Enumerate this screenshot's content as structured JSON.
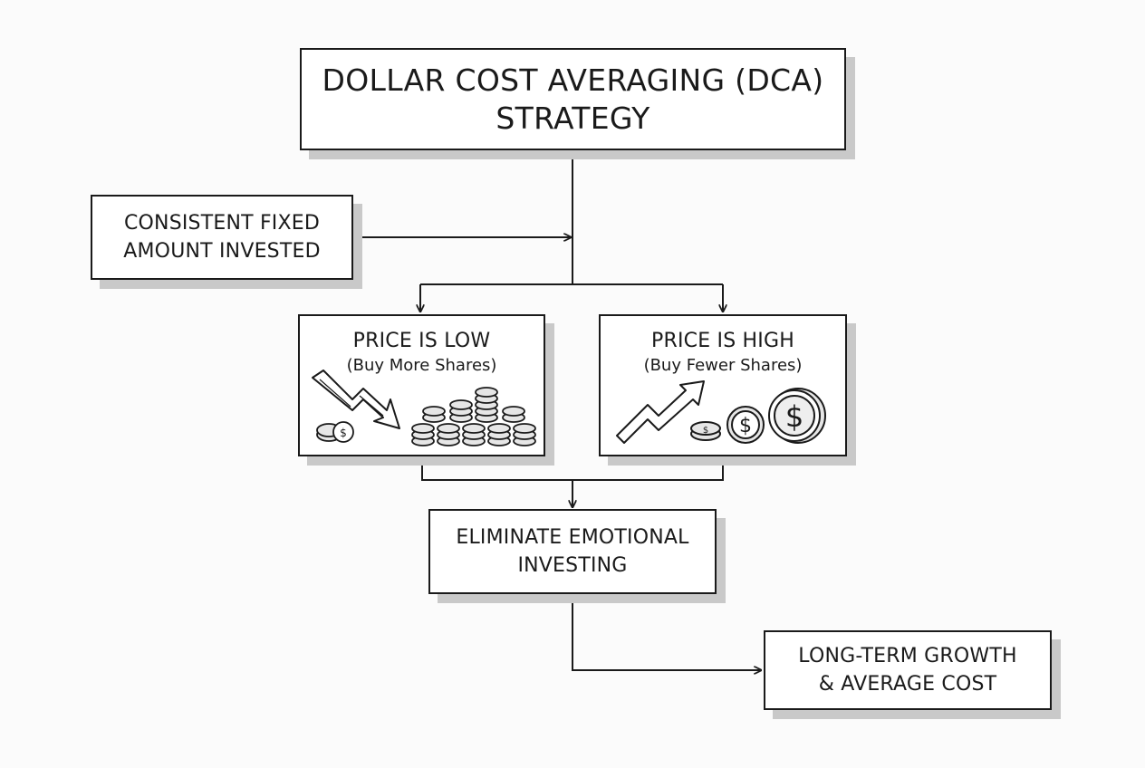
{
  "title": {
    "line1": "DOLLAR COST AVERAGING (DCA)",
    "line2": "STRATEGY"
  },
  "fixed_amount": {
    "line1": "CONSISTENT FIXED",
    "line2": "AMOUNT INVESTED"
  },
  "price_low": {
    "heading": "PRICE IS LOW",
    "subheading": "(Buy More Shares)"
  },
  "price_high": {
    "heading": "PRICE IS HIGH",
    "subheading": "(Buy Fewer Shares)"
  },
  "eliminate": {
    "line1": "ELIMINATE EMOTIONAL",
    "line2": "INVESTING"
  },
  "outcome": {
    "line1": "LONG-TERM GROWTH",
    "line2": "& AVERAGE COST"
  },
  "colors": {
    "line": "#1a1a1a",
    "shadow": "#c9c9c9",
    "coin_fill": "#e6e6e6",
    "box_fill": "#ffffff"
  },
  "icons": [
    "trend-down-arrow-icon",
    "coin-stack-icon",
    "trend-up-arrow-icon",
    "dollar-coin-icon"
  ]
}
